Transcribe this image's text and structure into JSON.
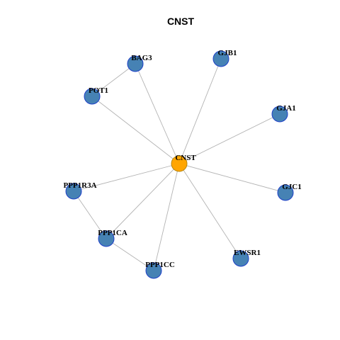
{
  "title": "CNST",
  "colors": {
    "center_fill": "#FFA500",
    "center_stroke": "#B8860B",
    "node_fill": "#4682B4",
    "node_stroke": "#1E40C8",
    "edge": "#B3B3B3"
  },
  "nodes": [
    {
      "id": "CNST",
      "label": "CNST",
      "role": "center"
    },
    {
      "id": "BAG3",
      "label": "BAG3"
    },
    {
      "id": "GJB1",
      "label": "GJB1"
    },
    {
      "id": "POT1",
      "label": "POT1"
    },
    {
      "id": "GJA1",
      "label": "GJA1"
    },
    {
      "id": "PPP1R3A",
      "label": "PPP1R3A"
    },
    {
      "id": "GJC1",
      "label": "GJC1"
    },
    {
      "id": "PPP1CA",
      "label": "PPP1CA"
    },
    {
      "id": "EWSR1",
      "label": "EWSR1"
    },
    {
      "id": "PPP1CC",
      "label": "PPP1CC"
    }
  ],
  "edges": [
    [
      "CNST",
      "BAG3"
    ],
    [
      "CNST",
      "GJB1"
    ],
    [
      "CNST",
      "POT1"
    ],
    [
      "CNST",
      "GJA1"
    ],
    [
      "CNST",
      "PPP1R3A"
    ],
    [
      "CNST",
      "GJC1"
    ],
    [
      "CNST",
      "PPP1CA"
    ],
    [
      "CNST",
      "EWSR1"
    ],
    [
      "CNST",
      "PPP1CC"
    ],
    [
      "BAG3",
      "POT1"
    ],
    [
      "PPP1R3A",
      "PPP1CA"
    ],
    [
      "PPP1CA",
      "PPP1CC"
    ]
  ]
}
